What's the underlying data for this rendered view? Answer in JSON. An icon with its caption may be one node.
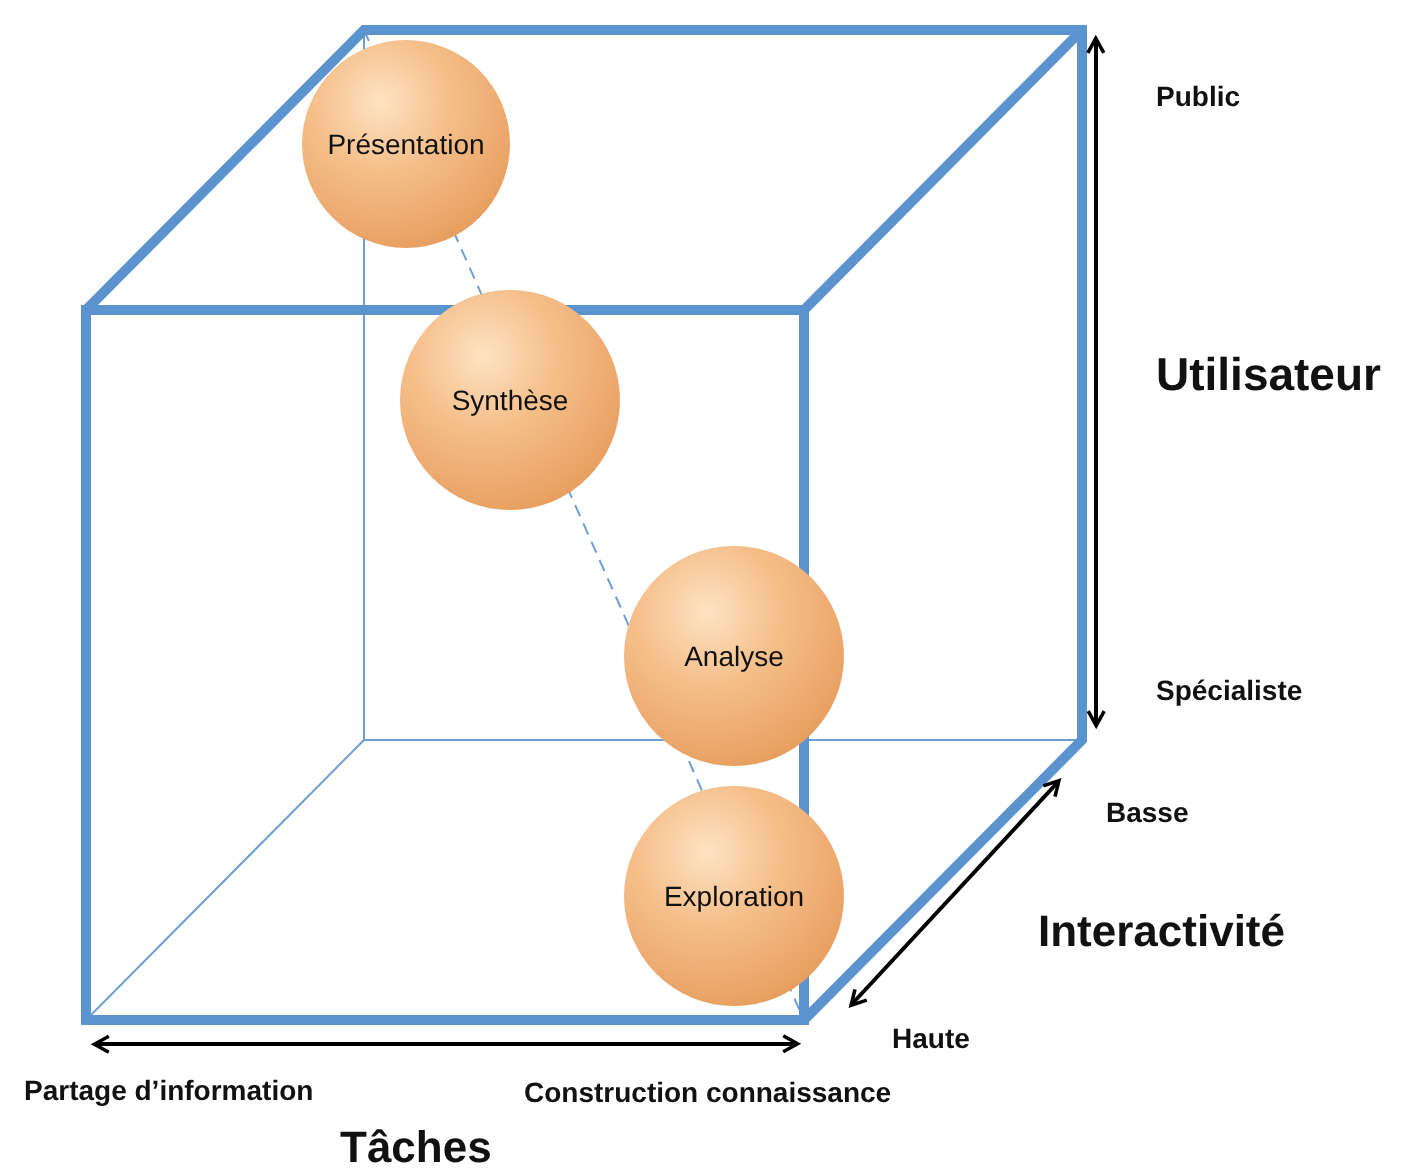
{
  "diagram": {
    "nodes": [
      {
        "text": [
          "Présentation"
        ]
      },
      {
        "text": [
          "Synthèse"
        ]
      },
      {
        "text": [
          "Analyse"
        ]
      },
      {
        "text": [
          "Exploration"
        ]
      }
    ],
    "labels": [
      "Public",
      "Utilisateur",
      "Spécialiste",
      "Basse",
      "Interactivité",
      "Haute",
      "Partage d’information",
      "Construction connaissance",
      "Tâches"
    ]
  }
}
